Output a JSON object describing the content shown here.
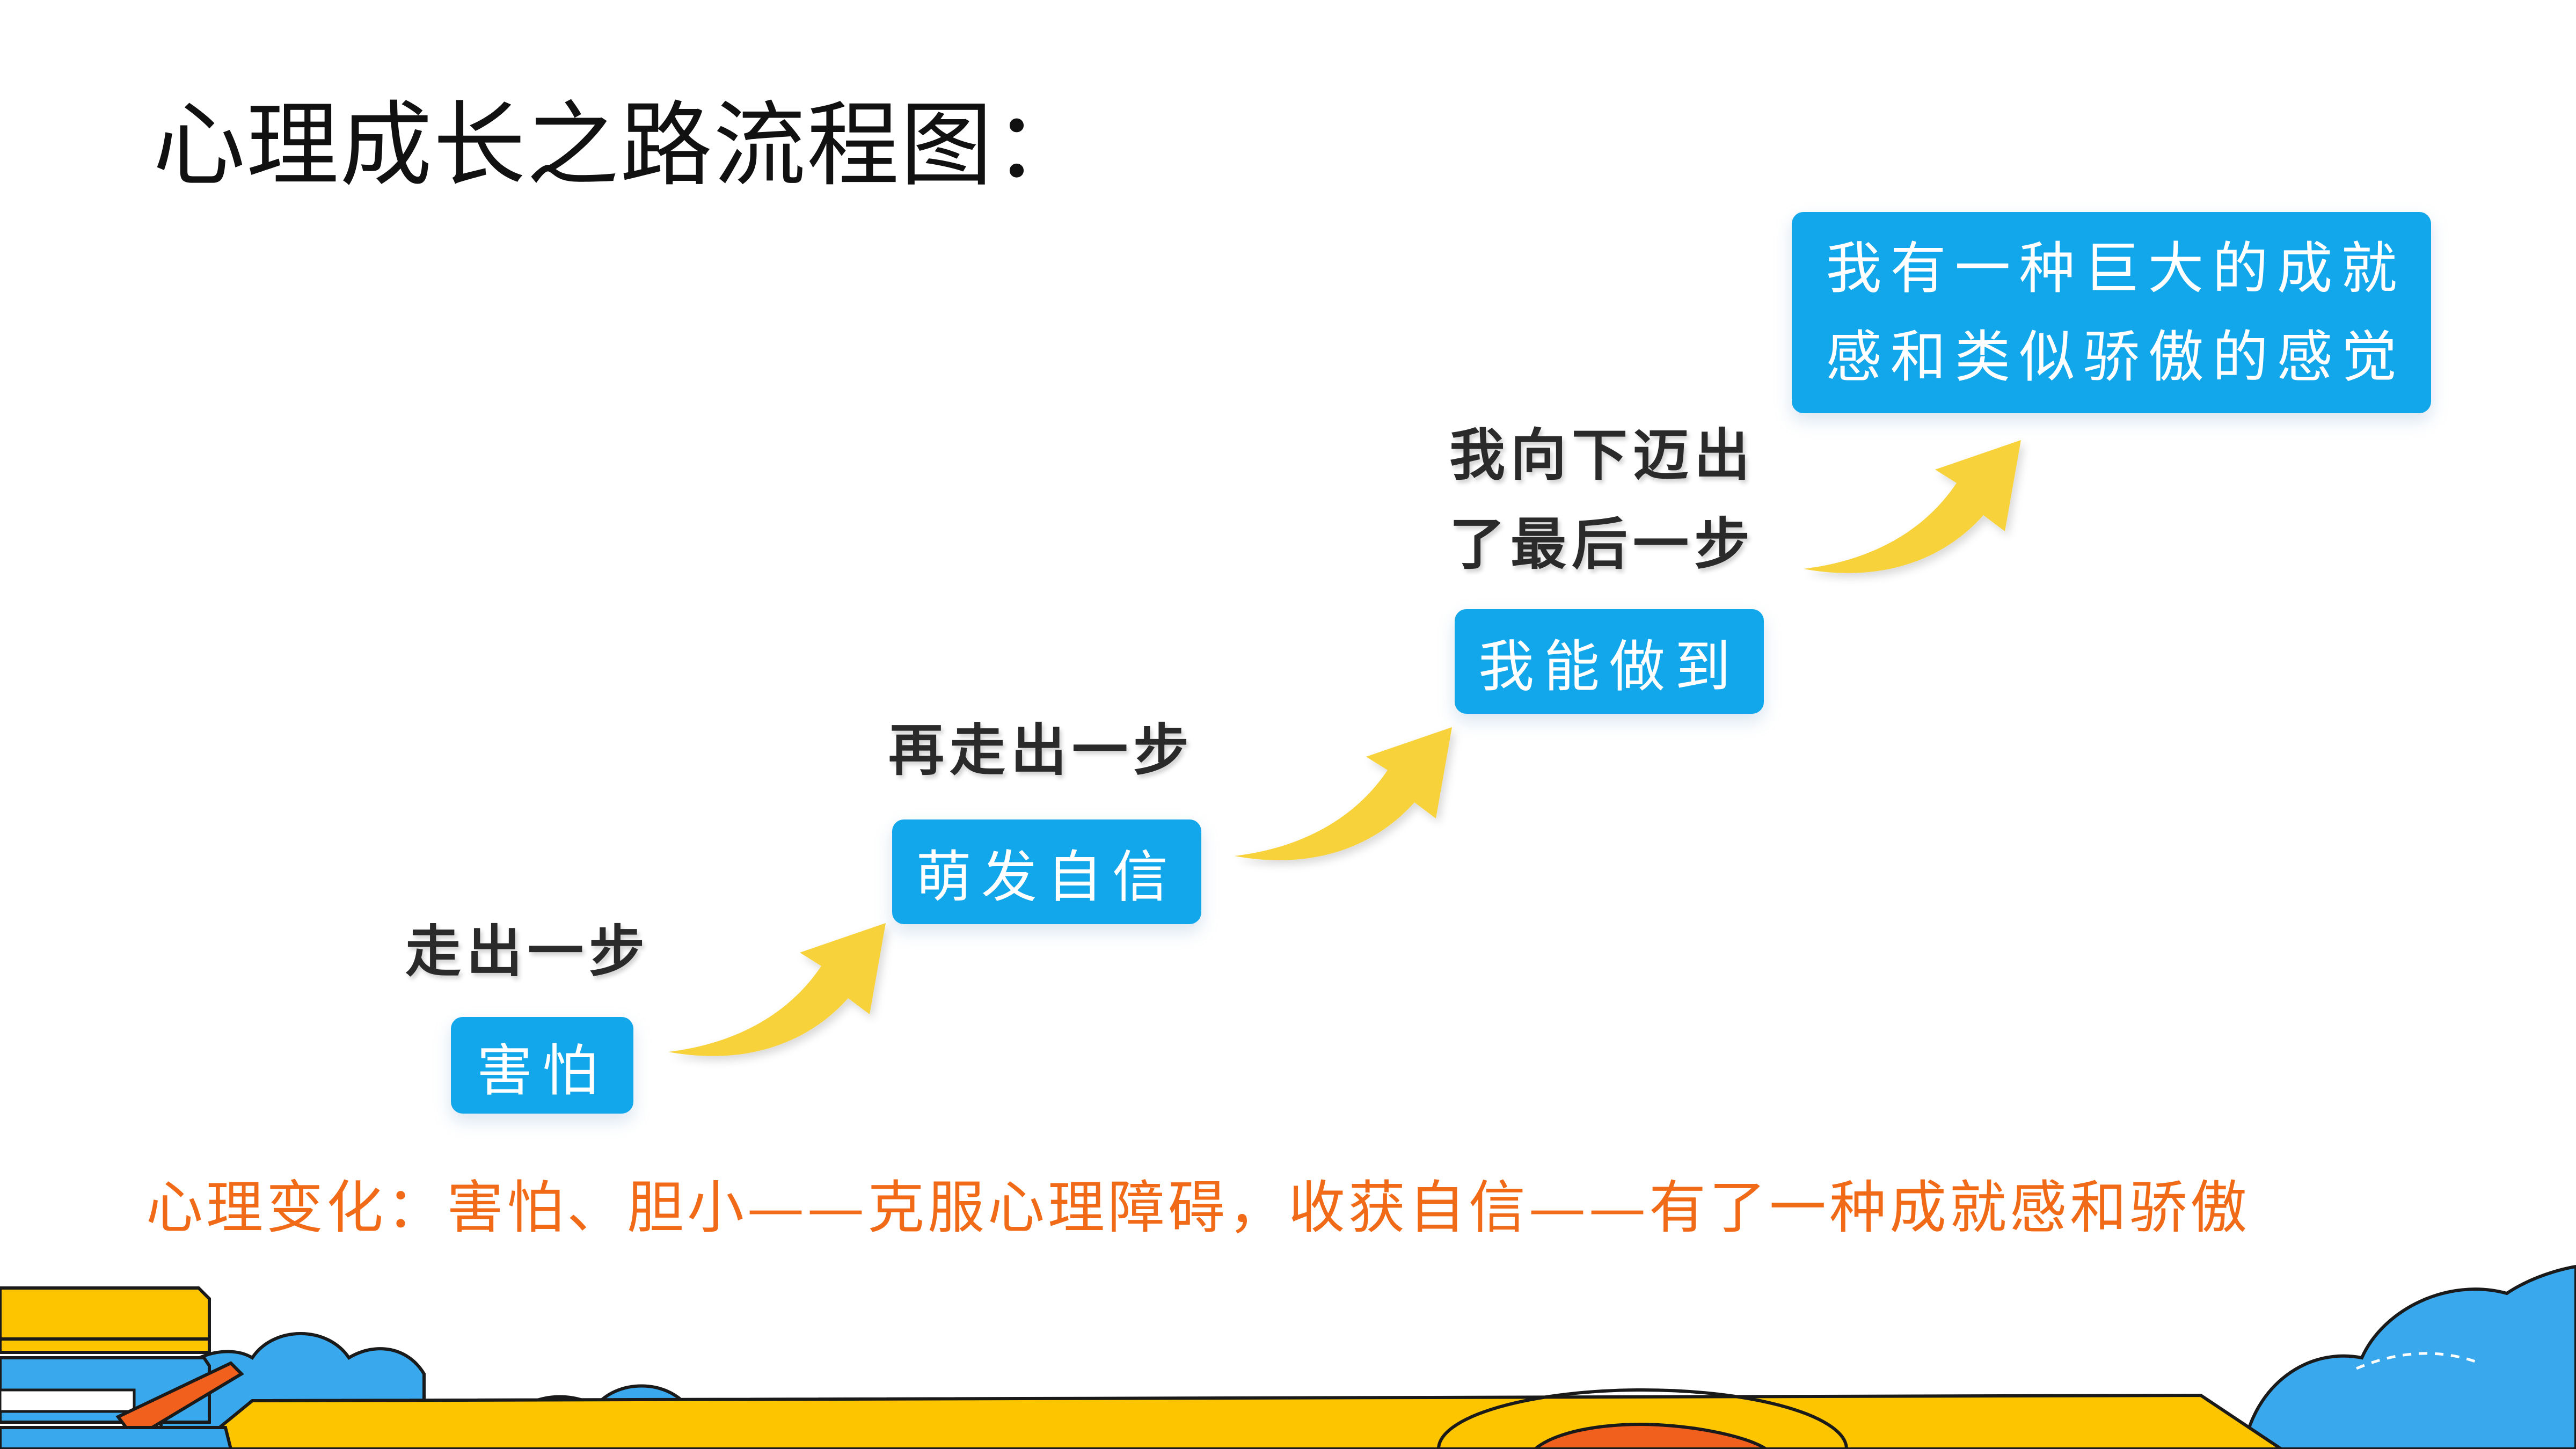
{
  "title": "心理成长之路流程图：",
  "steps": [
    {
      "label": "走出一步",
      "box": "害怕"
    },
    {
      "label": "再走出一步",
      "box": "萌发自信"
    },
    {
      "label_lines": [
        "我向下迈出",
        "了最后一步"
      ],
      "box": "我能做到"
    }
  ],
  "final_box_lines": [
    "我有一种巨大的成就",
    "感和类似骄傲的感觉"
  ],
  "summary": "心理变化：害怕、胆小——克服心理障碍，收获自信——有了一种成就感和骄傲",
  "colors": {
    "box_fill": "#12a7ea",
    "arrow": "#f7d23b",
    "summary_text": "#f06a17",
    "deco_yellow": "#fcc500",
    "deco_blue": "#3aa8ec",
    "deco_orange": "#f2601d"
  }
}
